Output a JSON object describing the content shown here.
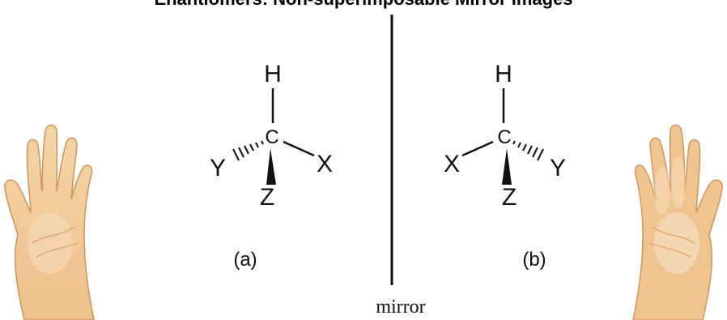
{
  "title": "Enantiomers: Non-superimposable Mirror Images",
  "mirror_label": "mirror",
  "molecule_a": {
    "label": "(a)",
    "center": "C",
    "top": "H",
    "left": "Y",
    "right": "X",
    "bottom": "Z"
  },
  "molecule_b": {
    "label": "(b)",
    "center": "C",
    "top": "H",
    "left": "X",
    "right": "Y",
    "bottom": "Z"
  },
  "colors": {
    "line": "#111111",
    "skin": "#f2cfa0",
    "skin_light": "#f4d8b2",
    "skin_shadow": "#d9a877",
    "nail": "#f7e0c4"
  },
  "icons": [
    "left-hand-icon",
    "right-hand-icon"
  ]
}
